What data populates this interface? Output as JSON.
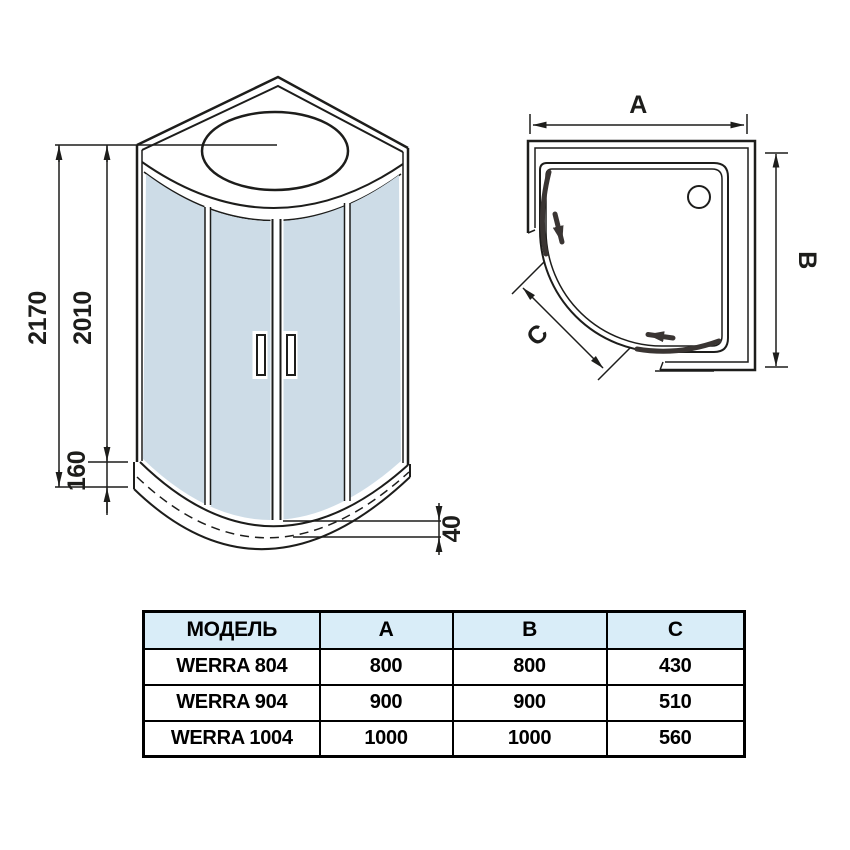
{
  "front_view": {
    "label_total_height": "2170",
    "label_glass_height": "2010",
    "label_tray_height": "160",
    "label_apron_height": "40"
  },
  "top_view": {
    "label_width": "A",
    "label_depth": "B",
    "label_front": "C"
  },
  "table": {
    "headers": {
      "model": "МОДЕЛЬ",
      "a": "A",
      "b": "B",
      "c": "C"
    },
    "rows": [
      {
        "model": "WERRA 804",
        "a": "800",
        "b": "800",
        "c": "430"
      },
      {
        "model": "WERRA 904",
        "a": "900",
        "b": "900",
        "c": "510"
      },
      {
        "model": "WERRA 1004",
        "a": "1000",
        "b": "1000",
        "c": "560"
      }
    ]
  },
  "colors": {
    "glass": "#cddce7",
    "table_header_bg": "#d9edf8",
    "line": "#1d1d1b"
  }
}
